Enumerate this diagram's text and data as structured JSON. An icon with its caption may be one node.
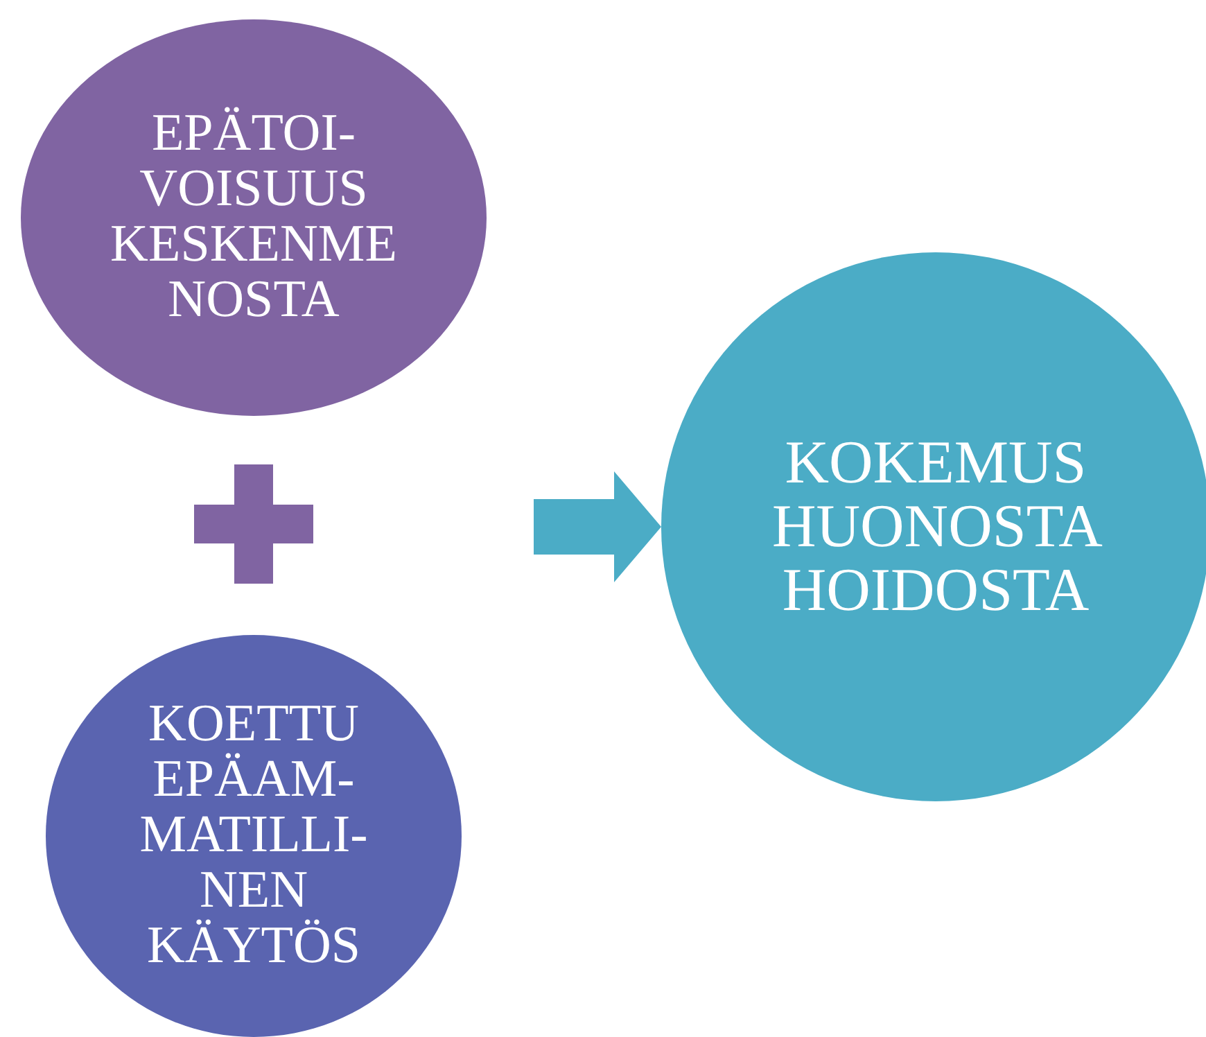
{
  "diagram": {
    "nodes": [
      {
        "text": [
          "EPÄTOI- VOISUUS KESKENME NOSTA"
        ]
      },
      {
        "text": [
          "KOETTU EPÄAM- MATILLI- NEN KÄYTÖS"
        ]
      },
      {
        "text": [
          "KOKEMUS HUONOSTA HOIDOSTA"
        ]
      }
    ],
    "edges": [
      {
        "from": null,
        "to": 2,
        "arrow": "to"
      }
    ]
  }
}
